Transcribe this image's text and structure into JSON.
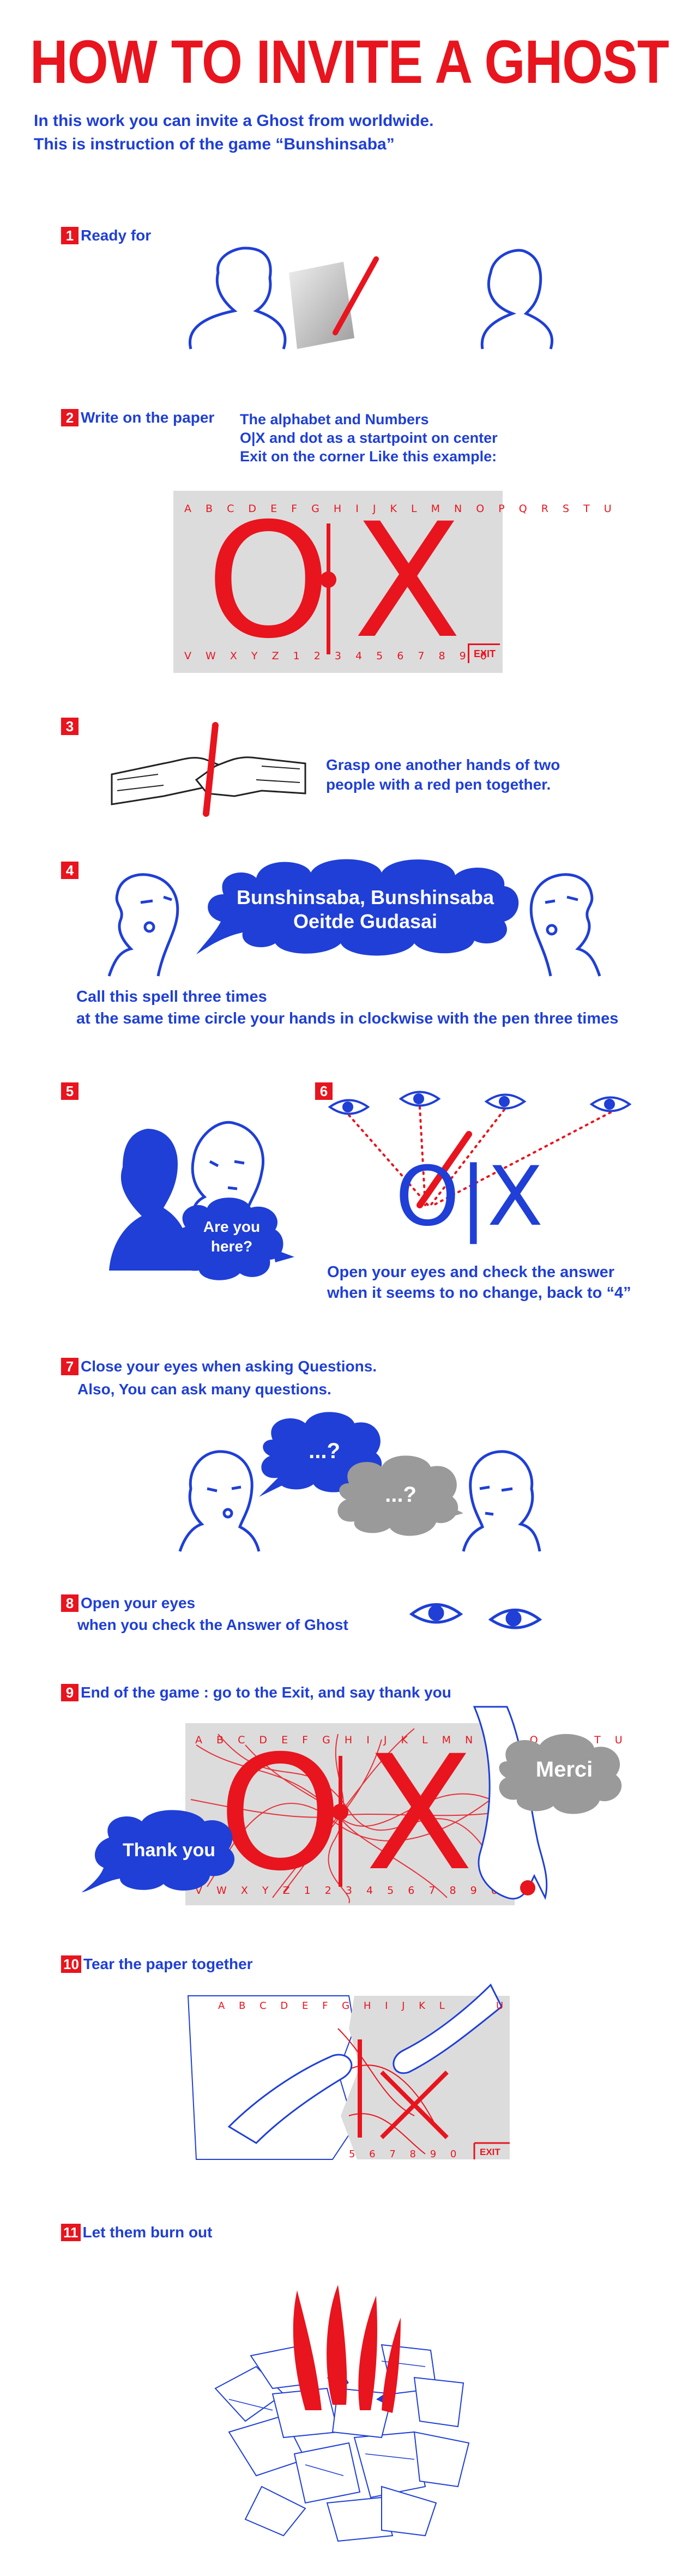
{
  "title": "HOW TO INVITE A GHOST",
  "intro": {
    "line1": "In this work you can invite a Ghost from worldwide.",
    "line2": "This is instruction of the game “Bunshinsaba”"
  },
  "steps": {
    "s1": {
      "num": "1",
      "label": "Ready for"
    },
    "s2": {
      "num": "2",
      "label": "Write on the paper",
      "desc": [
        "The alphabet and Numbers",
        "O|X and dot as a startpoint on center",
        "Exit on the corner Like this example:"
      ]
    },
    "s3": {
      "num": "3",
      "desc": [
        "Grasp one another hands of two",
        "people with a red pen together."
      ]
    },
    "s4": {
      "num": "4",
      "bubble": [
        "Bunshinsaba, Bunshinsaba",
        "Oeitde Gudasai"
      ],
      "desc": [
        "Call this spell three times",
        "at the same time circle your hands in clockwise with the pen three times"
      ]
    },
    "s5": {
      "num": "5",
      "bubble": [
        "Are you",
        "here?"
      ]
    },
    "s6": {
      "num": "6",
      "desc": [
        "Open your eyes and check the answer",
        "when it seems to no change, back to “4”"
      ]
    },
    "s7": {
      "num": "7",
      "label": "Close your eyes when asking Questions.",
      "label2": "Also, You can ask many questions.",
      "bubble_a": "...?",
      "bubble_b": "...?"
    },
    "s8": {
      "num": "8",
      "label": "Open your eyes",
      "label2": "when you check the Answer of Ghost"
    },
    "s9": {
      "num": "9",
      "label": "End of the game : go to the Exit, and say thank you",
      "bubble_left": "Thank you",
      "bubble_right": "Merci"
    },
    "s10": {
      "num": "10",
      "label": "Tear the paper together"
    },
    "s11": {
      "num": "11",
      "label": "Let them burn out"
    }
  },
  "board": {
    "alphabet_top": "A B C D E F G H I J K L M N O P Q R S T U",
    "alphabet_bottom": "V W X Y Z   1 2 3 4 5 6 7 8 9 0",
    "o": "O",
    "x": "X",
    "exit": "EXIT"
  },
  "board9": {
    "alphabet_top": "A B C D E F G H I J K L M N O P Q R S T U",
    "alphabet_bottom": "V W X Y Z   1 2 3 4 5 6 7 8 9 0"
  },
  "board10": {
    "alphabet_top": "A B C D E F G H I J K L",
    "alphabet_right": "U",
    "alphabet_bottom": "5 6 7 8 9 0",
    "exit": "EXIT"
  },
  "ox6": "O|X",
  "colors": {
    "red": "#e8141e",
    "blue": "#1f3fd6",
    "grey": "#9a9a9a",
    "paper": "#dcdcdc"
  }
}
